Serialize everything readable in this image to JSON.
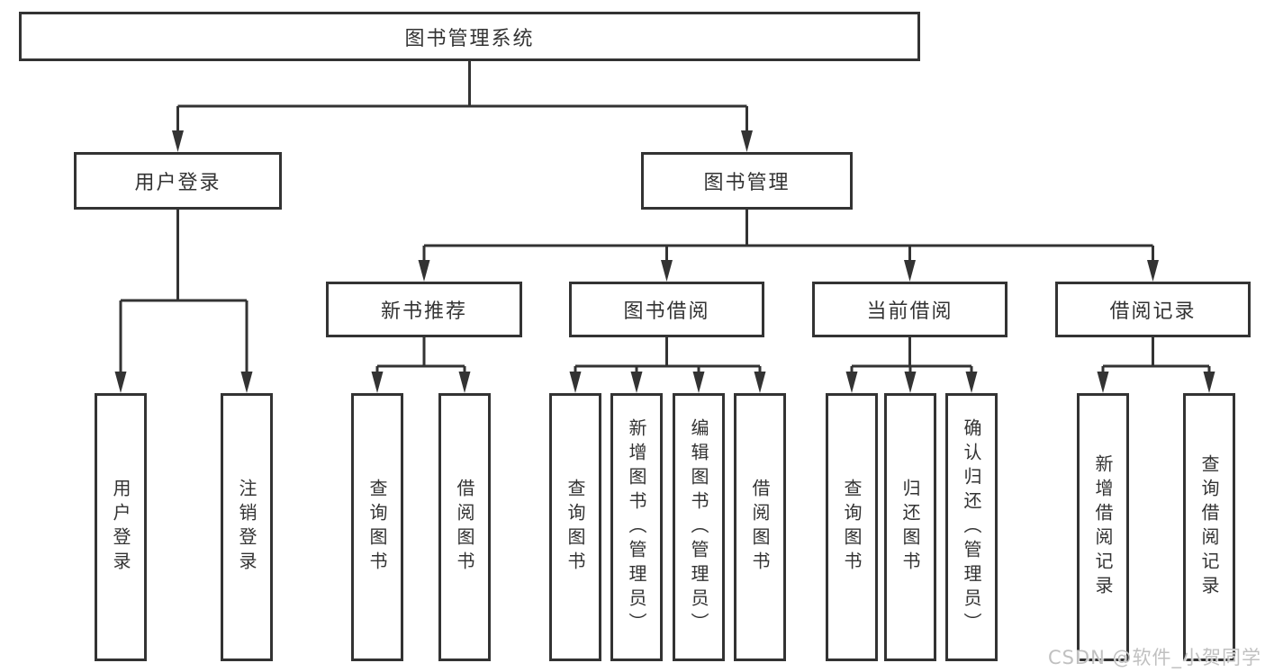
{
  "diagram": {
    "root": "图书管理系统",
    "level2": [
      "用户登录",
      "图书管理"
    ],
    "level3": [
      "新书推荐",
      "图书借阅",
      "当前借阅",
      "借阅记录"
    ],
    "leaves_user_login": [
      "用户登录",
      "注销登录"
    ],
    "leaves_new_book": [
      "查询图书",
      "借阅图书"
    ],
    "leaves_book_borrow": [
      "查询图书",
      "新增图书（管理员）",
      "编辑图书（管理员）",
      "借阅图书"
    ],
    "leaves_current_borrow": [
      "查询图书",
      "归还图书",
      "确认归还（管理员）"
    ],
    "leaves_borrow_record": [
      "新增借阅记录",
      "查询借阅记录"
    ]
  },
  "watermark": {
    "text": "CSDN @软件_小贺同学",
    "color": "#c0c0c0"
  },
  "colors": {
    "line": "#333333",
    "text": "#333333",
    "background": "#ffffff"
  }
}
